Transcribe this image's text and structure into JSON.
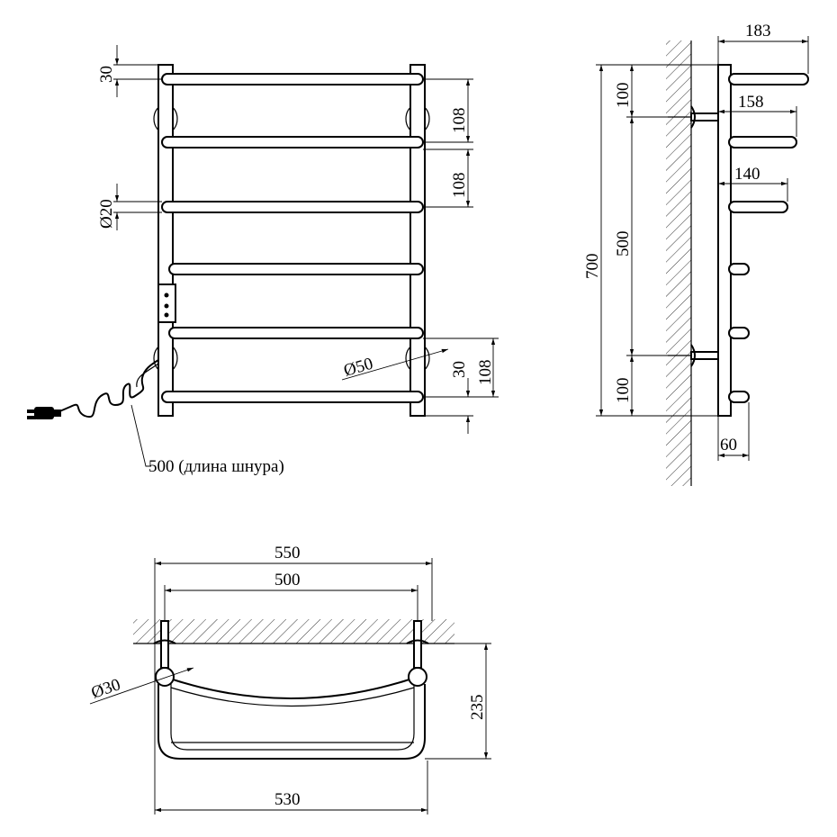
{
  "front_view": {
    "dim_top_offset": "30",
    "dim_rail_spacing_1": "108",
    "dim_rail_spacing_2": "108",
    "dim_rail_diameter": "Ø20",
    "dim_flange_diameter": "Ø50",
    "dim_bottom_offset": "30",
    "dim_bottom_spacing": "108",
    "cord_label": "500 (длина шнура)"
  },
  "side_view": {
    "dim_depth_top": "183",
    "dim_depth_mid": "158",
    "dim_depth_third": "140",
    "dim_top_to_mount": "100",
    "dim_mount_spacing": "500",
    "dim_bottom_to_mount": "100",
    "dim_total_height": "700",
    "dim_depth_bottom": "60"
  },
  "top_view": {
    "dim_total_width": "550",
    "dim_mount_width": "500",
    "dim_ball_diameter": "Ø30",
    "dim_depth": "235",
    "dim_bottom_width": "530"
  }
}
